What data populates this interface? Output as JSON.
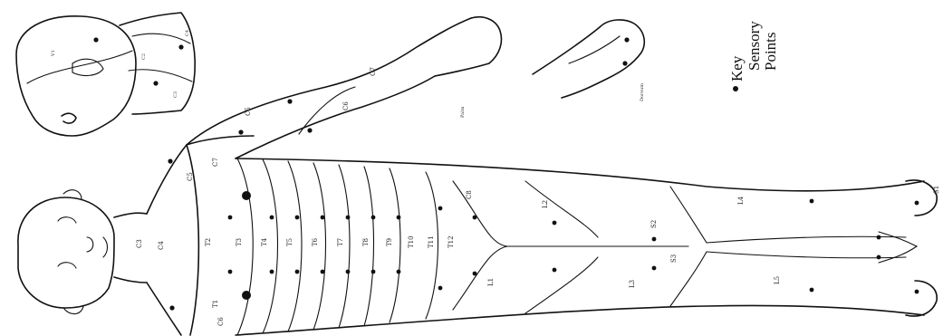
{
  "diagram": {
    "key": {
      "title": "Key",
      "line2": "Sensory",
      "line3": "Points"
    },
    "colors": {
      "ink": "#111111",
      "background": "#ffffff"
    },
    "labels": {
      "t1": "T1",
      "t2": "T2",
      "t3": "T3",
      "t4": "T4",
      "t5": "T5",
      "t6": "T6",
      "t7": "T7",
      "t8": "T8",
      "t9": "T9",
      "t10": "T10",
      "t11": "T11",
      "t12": "T12",
      "c3": "C3",
      "c4": "C4",
      "c5": "C5",
      "c6": "C6",
      "c7": "C7",
      "c8": "C8",
      "l1": "L1",
      "l2": "L2",
      "l3": "L3",
      "l4": "L4",
      "l5": "L5",
      "s1": "S1",
      "s2": "S2",
      "s3": "S3"
    }
  }
}
